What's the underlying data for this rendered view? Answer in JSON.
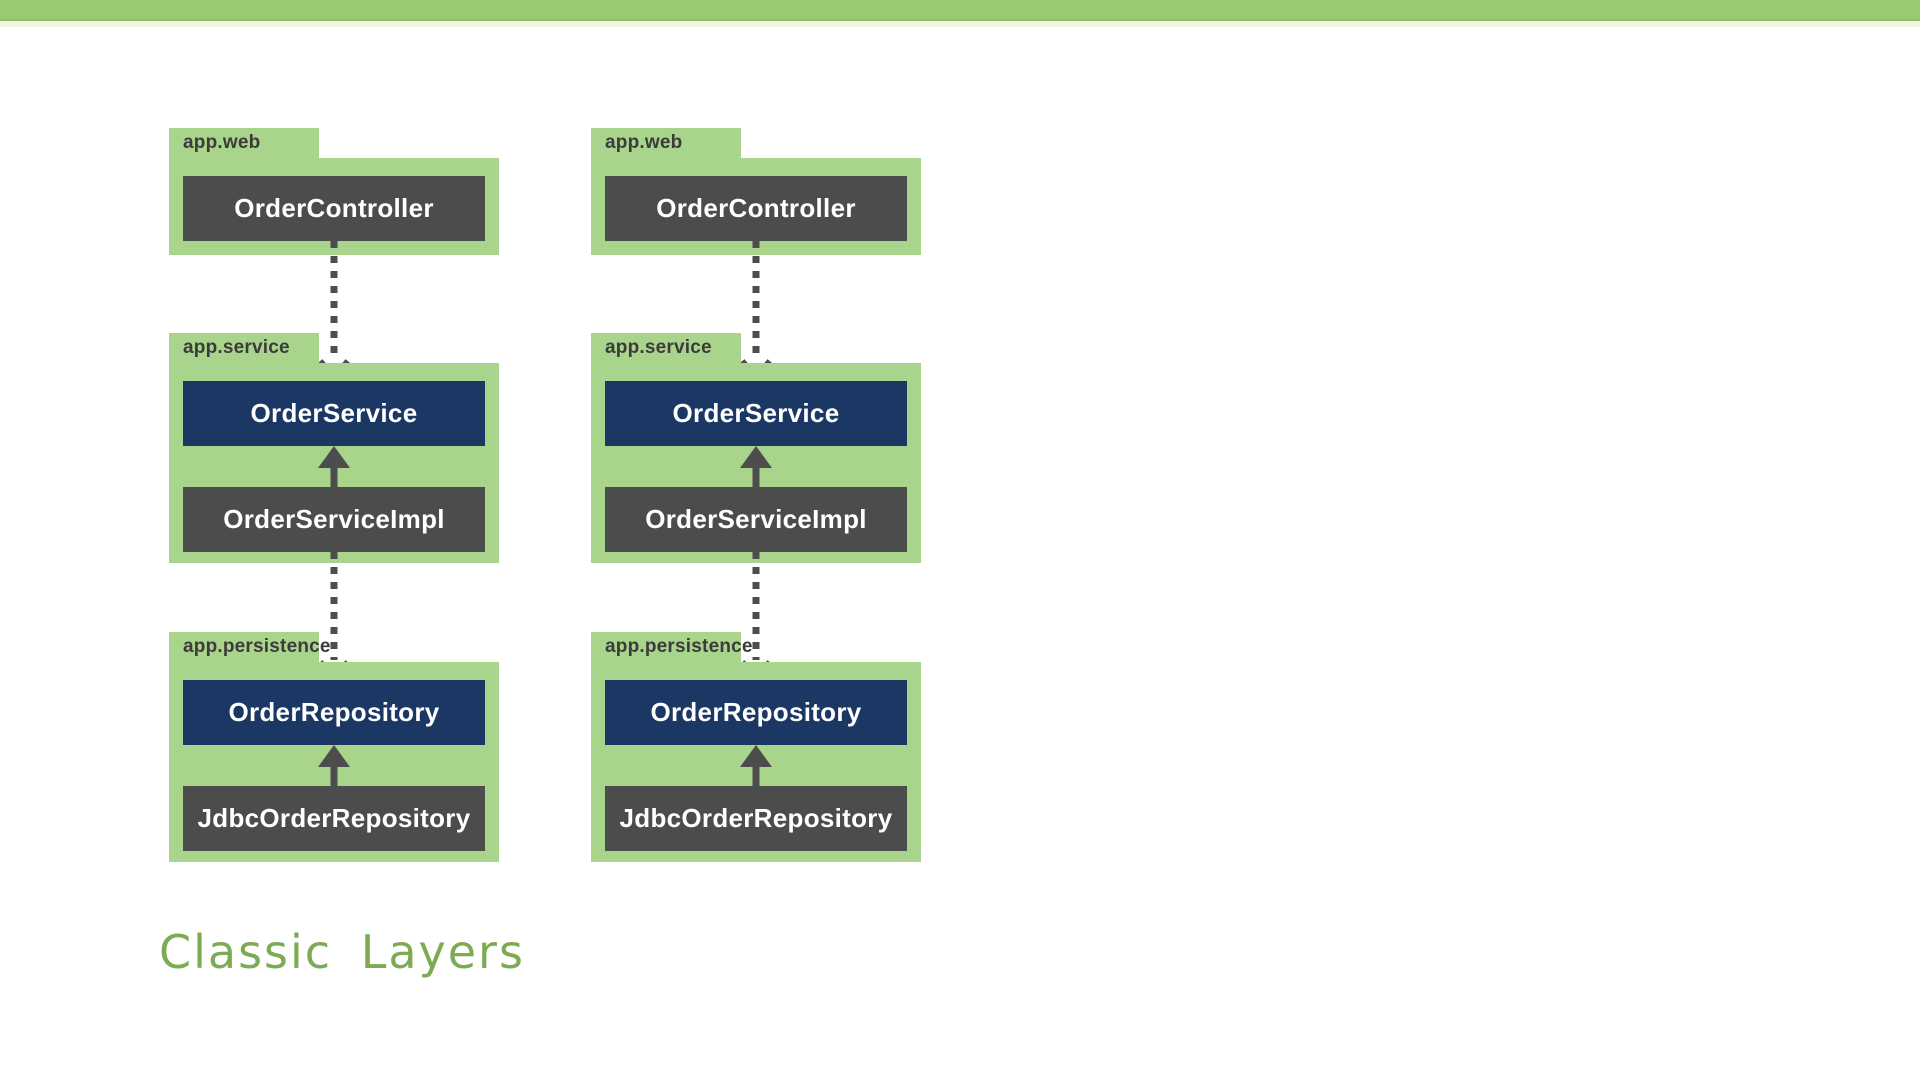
{
  "slide": {
    "caption": "Classic Layers"
  },
  "colors": {
    "top_bar": "#9cca73",
    "package_fill": "#a9d48c",
    "interface_fill": "#1b3763",
    "class_fill": "#4c4c4c",
    "arrow": "#4d4d4d",
    "box_text": "#ffffff",
    "package_label_text": "#3b3b3b",
    "caption_color": "#7cab53"
  },
  "diagrams": [
    {
      "id": "classic-layers-left",
      "packages": [
        {
          "label": "app.web",
          "classes": [
            {
              "name": "OrderController",
              "kind": "class"
            }
          ]
        },
        {
          "label": "app.service",
          "classes": [
            {
              "name": "OrderService",
              "kind": "interface"
            },
            {
              "name": "OrderServiceImpl",
              "kind": "class"
            }
          ]
        },
        {
          "label": "app.persistence",
          "classes": [
            {
              "name": "OrderRepository",
              "kind": "interface"
            },
            {
              "name": "JdbcOrderRepository",
              "kind": "class"
            }
          ]
        }
      ],
      "relations": [
        {
          "from": "OrderController",
          "to": "OrderService",
          "style": "dashed-dependency",
          "direction": "down"
        },
        {
          "from": "OrderServiceImpl",
          "to": "OrderService",
          "style": "solid-arrow",
          "direction": "up"
        },
        {
          "from": "OrderServiceImpl",
          "to": "OrderRepository",
          "style": "dashed-dependency",
          "direction": "down"
        },
        {
          "from": "JdbcOrderRepository",
          "to": "OrderRepository",
          "style": "solid-arrow",
          "direction": "up"
        }
      ]
    },
    {
      "id": "classic-layers-right",
      "packages": [
        {
          "label": "app.web",
          "classes": [
            {
              "name": "OrderController",
              "kind": "class"
            }
          ]
        },
        {
          "label": "app.service",
          "classes": [
            {
              "name": "OrderService",
              "kind": "interface"
            },
            {
              "name": "OrderServiceImpl",
              "kind": "class"
            }
          ]
        },
        {
          "label": "app.persistence",
          "classes": [
            {
              "name": "OrderRepository",
              "kind": "interface"
            },
            {
              "name": "JdbcOrderRepository",
              "kind": "class"
            }
          ]
        }
      ],
      "relations": [
        {
          "from": "OrderController",
          "to": "OrderService",
          "style": "dashed-dependency",
          "direction": "down"
        },
        {
          "from": "OrderServiceImpl",
          "to": "OrderService",
          "style": "solid-arrow",
          "direction": "up"
        },
        {
          "from": "OrderServiceImpl",
          "to": "OrderRepository",
          "style": "dashed-dependency",
          "direction": "down"
        },
        {
          "from": "JdbcOrderRepository",
          "to": "OrderRepository",
          "style": "solid-arrow",
          "direction": "up"
        }
      ]
    }
  ]
}
